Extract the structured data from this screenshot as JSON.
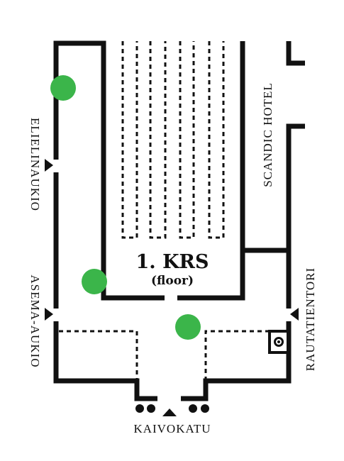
{
  "floor": {
    "title": "1. KRS",
    "subtitle": "(floor)"
  },
  "streets": {
    "left_top": "ELIELINAUKIO",
    "left_bottom": "ASEMA-AUKIO",
    "right_top": "SCANDIC HOTEL",
    "right_bottom": "RAUTATIENTORI",
    "bottom": "KAIVOKATU"
  },
  "colors": {
    "wall": "#111111",
    "marker": "#3bb54a",
    "background": "#ffffff"
  },
  "markers": [
    {
      "name": "location-marker-upper-left"
    },
    {
      "name": "location-marker-lower-left"
    },
    {
      "name": "location-marker-center"
    }
  ],
  "icons": {
    "elevator": "elevator-icon",
    "entrance": "entrance-arrow-icon"
  }
}
